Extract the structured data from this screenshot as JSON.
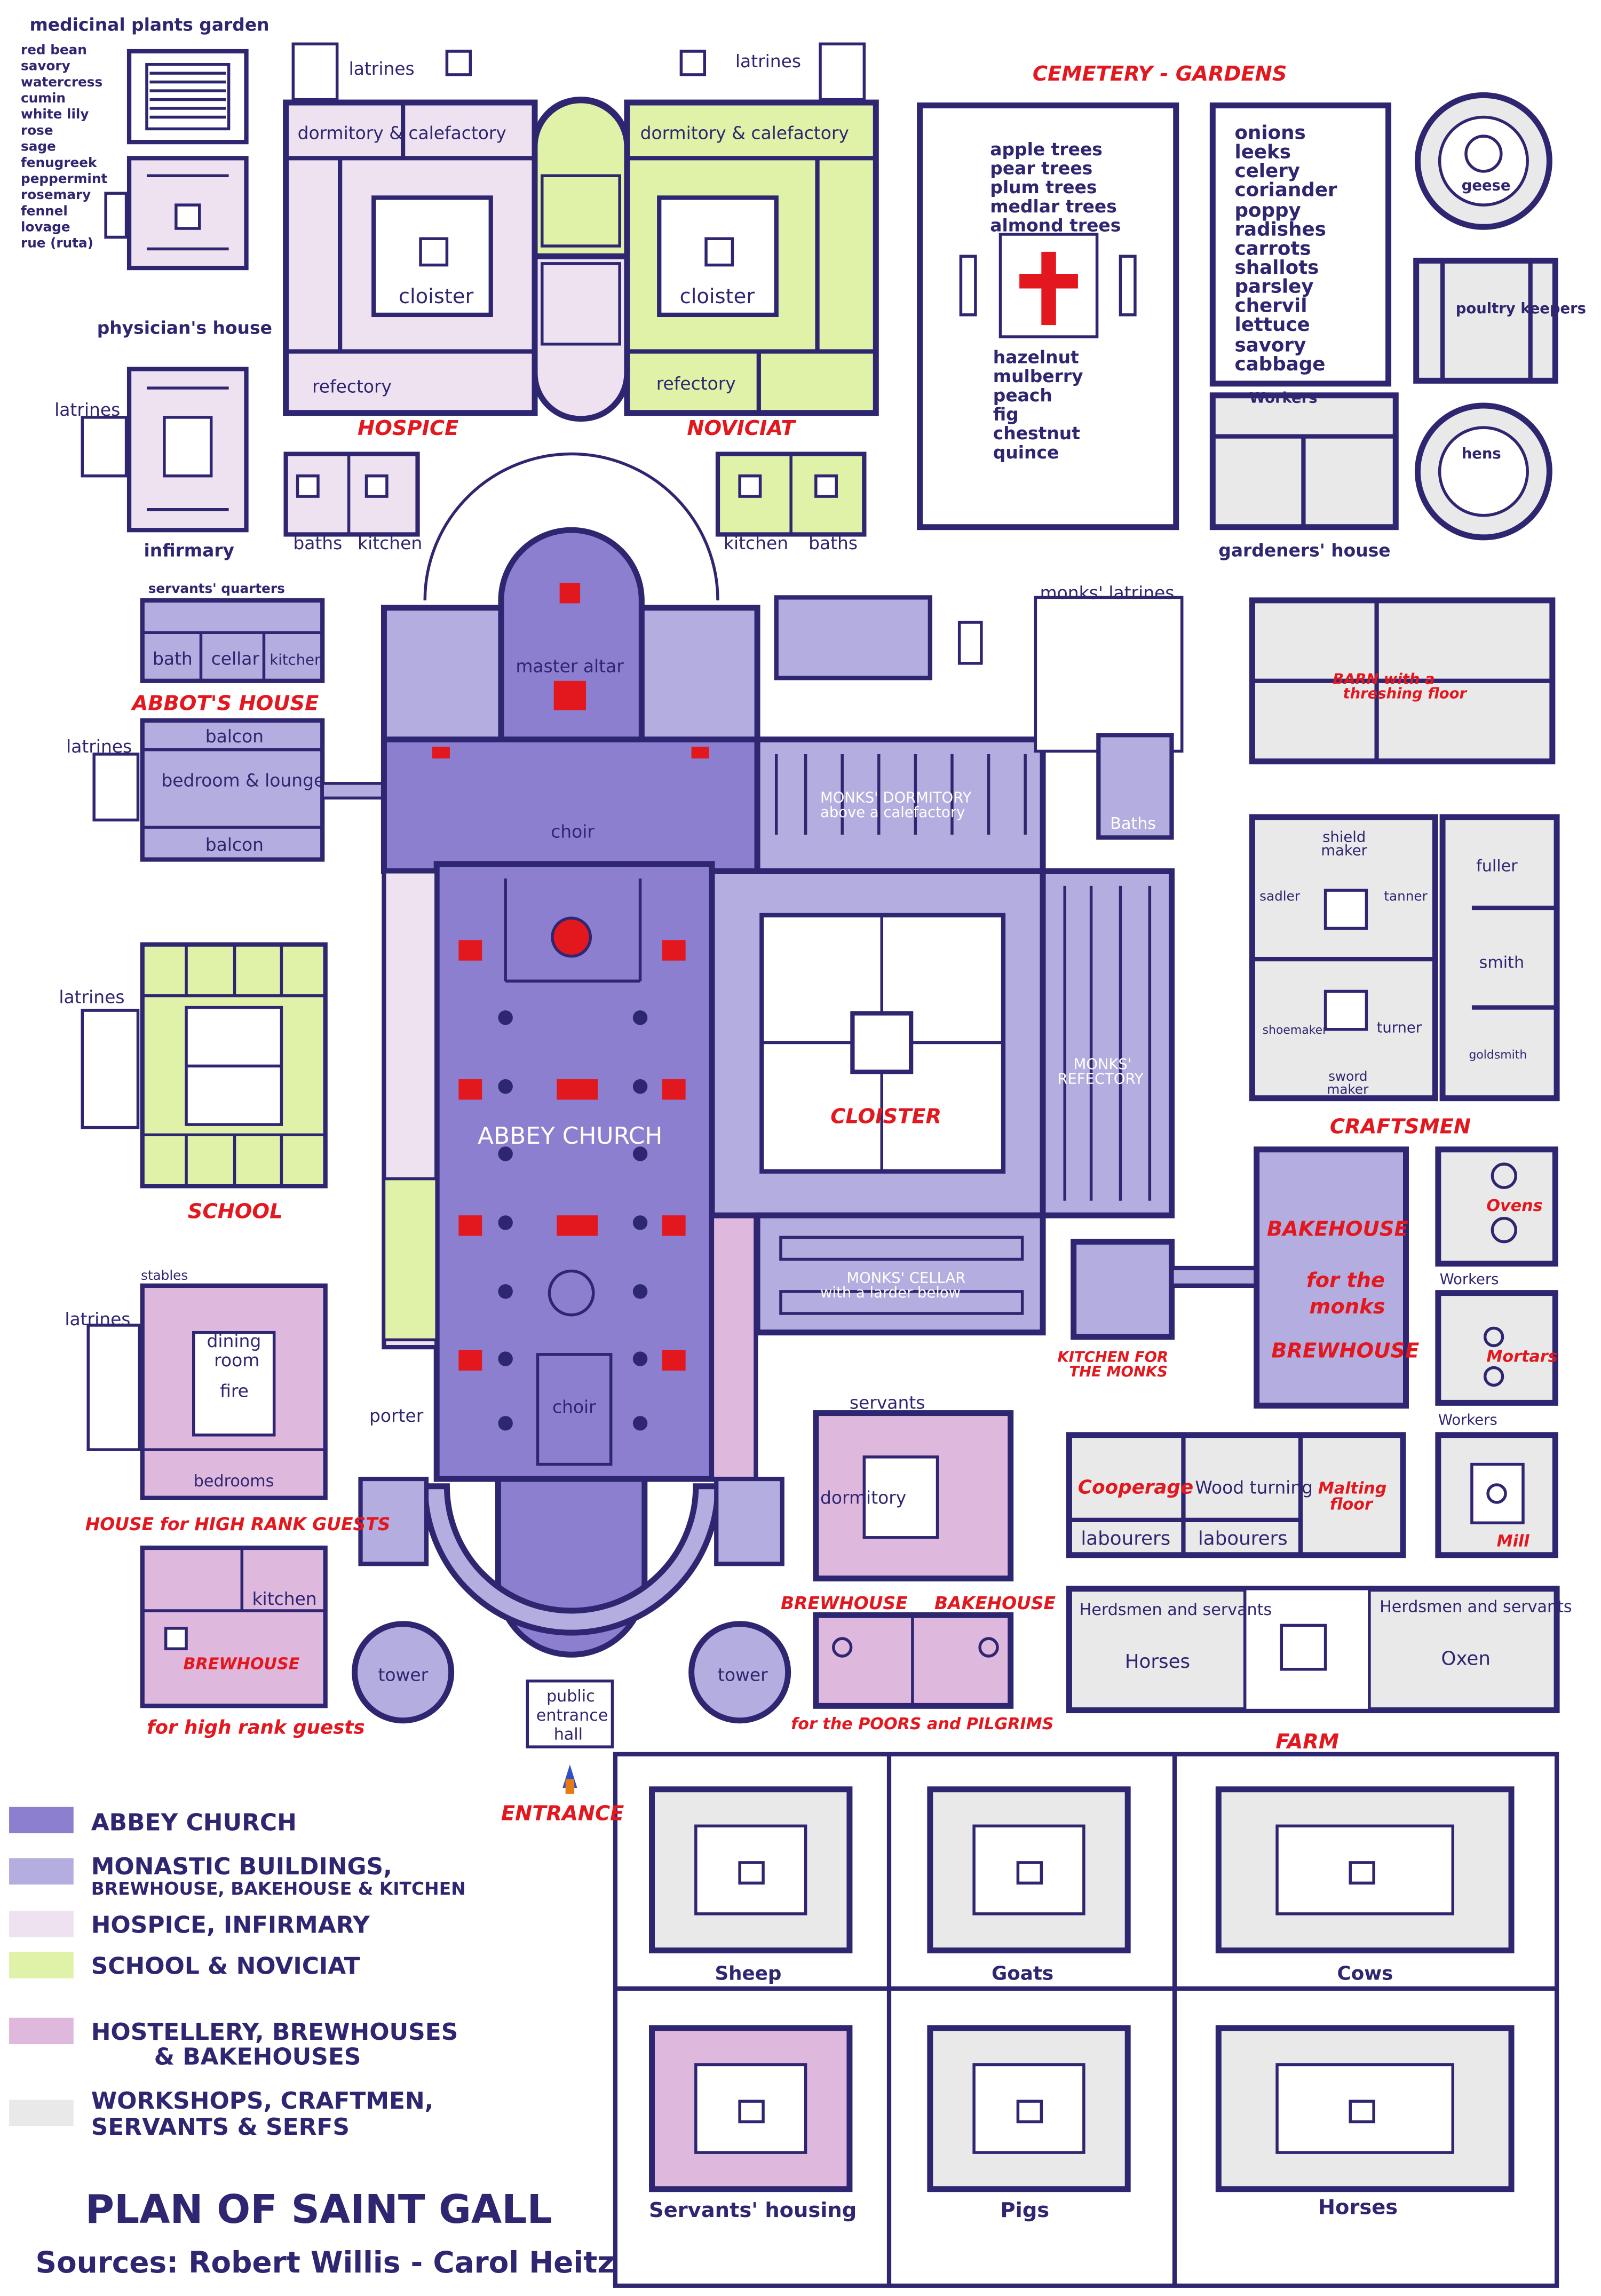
{
  "colors": {
    "line": "#2e2670",
    "abbey_church": "#8c7fd0",
    "monastic": "#b4addf",
    "hospice": "#eee2f0",
    "school": "#e0f2a8",
    "hostellery": "#dfb8dd",
    "workshops": "#e9e9e9",
    "red": "#e3171e"
  },
  "title": "PLAN OF SAINT GALL",
  "sources": "Sources: Robert Willis - Carol Heitz",
  "legend": [
    {
      "label": "ABBEY CHURCH",
      "color": "#8c7fd0"
    },
    {
      "label": "MONASTIC BUILDINGS,",
      "sub": "BREWHOUSE, BAKEHOUSE & KITCHEN",
      "color": "#b4addf"
    },
    {
      "label": "HOSPICE, INFIRMARY",
      "color": "#eee2f0"
    },
    {
      "label": "SCHOOL & NOVICIAT",
      "color": "#e0f2a8"
    },
    {
      "label": "HOSTELLERY, BREWHOUSES",
      "sub": "& BAKEHOUSES",
      "color": "#dfb8dd"
    },
    {
      "label": "WORKSHOPS, CRAFTMEN,",
      "sub": "SERVANTS & SERFS",
      "color": "#e9e9e9"
    }
  ],
  "medicinal": {
    "title": "medicinal plants garden",
    "plants": [
      "red bean",
      "savory",
      "watercress",
      "cumin",
      "white lily",
      "rose",
      "sage",
      "fenugreek",
      "peppermint",
      "rosemary",
      "fennel",
      "lovage",
      "rue (ruta)"
    ]
  },
  "garden": {
    "title": "CEMETERY -  GARDENS",
    "trees1": [
      "apple trees",
      "pear trees",
      "plum trees",
      "medlar trees",
      "almond trees"
    ],
    "trees2": [
      "hazelnut",
      "mulberry",
      "peach",
      "fig",
      "chestnut",
      "quince"
    ],
    "vegetables": [
      "onions",
      "leeks",
      "celery",
      "coriander",
      "poppy",
      "radishes",
      "carrots",
      "shallots",
      "parsley",
      "chervil",
      "lettuce",
      "savory",
      "cabbage"
    ]
  },
  "labels": {
    "physicians_house": "physician's house",
    "latrines": "latrines",
    "infirmary": "infirmary",
    "dormitory_calefactory": "dormitory & calefactory",
    "cloister": "cloister",
    "refectory": "refectory",
    "hospice": "HOSPICE",
    "noviciat": "NOVICIAT",
    "baths": "baths",
    "kitchen": "kitchen",
    "workers": "Workers",
    "gardeners_house": "gardeners' house",
    "geese": "geese",
    "poultry_keepers": "poultry keepers",
    "hens": "hens",
    "servants_quarters": "servants' quarters",
    "bath": "bath",
    "cellar": "cellar",
    "abbots_house": "ABBOT'S HOUSE",
    "balcon": "balcon",
    "bedroom_lounge": "bedroom & lounge",
    "master_altar": "master altar",
    "choir": "choir",
    "monks_dormitory_1": "MONKS' DORMITORY",
    "monks_dormitory_2": "above a calefactory",
    "monks_latrines": "monks' latrines",
    "baths_cap": "Baths",
    "barn_1": "BARN with a",
    "barn_2": "threshing floor",
    "shield_maker_1": "shield",
    "shield_maker_2": "maker",
    "fuller": "fuller",
    "sadler": "sadler",
    "tanner": "tanner",
    "smith": "smith",
    "shoemaker": "shoemaker",
    "turner": "turner",
    "goldsmith": "goldsmith",
    "sword_maker_1": "sword",
    "sword_maker_2": "maker",
    "craftsmen": "CRAFTSMEN",
    "school": "SCHOOL",
    "abbey_church": "ABBEY CHURCH",
    "cloister_main": "CLOISTER",
    "monks_refectory_1": "MONKS'",
    "monks_refectory_2": "REFECTORY",
    "monks_cellar_1": "MONKS' CELLAR",
    "monks_cellar_2": "with a larder below",
    "kitchen_monks_1": "KITCHEN FOR",
    "kitchen_monks_2": "THE MONKS",
    "bakehouse": "BAKEHOUSE",
    "for_the": "for the",
    "monks": "monks",
    "brewhouse": "BREWHOUSE",
    "ovens": "Ovens",
    "mortars": "Mortars",
    "mill": "Mill",
    "stables": "stables",
    "dining_room_1": "dining",
    "dining_room_2": "room",
    "fire": "fire",
    "bedrooms": "bedrooms",
    "porter": "porter",
    "house_high_rank": "HOUSE for HIGH RANK GUESTS",
    "servants": "servants",
    "dormitory": "dormitory",
    "cooperage": "Cooperage",
    "wood_turning": "Wood turning",
    "malting_1": "Malting",
    "malting_2": "floor",
    "labourers": "labourers",
    "brewhouse_lc": "BREWHOUSE",
    "for_high_rank": "for high rank guests",
    "tower": "tower",
    "public_1": "public",
    "public_2": "entrance",
    "public_3": "hall",
    "entrance": "ENTRANCE",
    "for_poors": "for the POORS and PILGRIMS",
    "herdsmen": "Herdsmen and servants",
    "horses": "Horses",
    "oxen": "Oxen",
    "farm": "FARM",
    "sheep": "Sheep",
    "goats": "Goats",
    "cows": "Cows",
    "servants_housing": "Servants' housing",
    "pigs": "Pigs"
  }
}
